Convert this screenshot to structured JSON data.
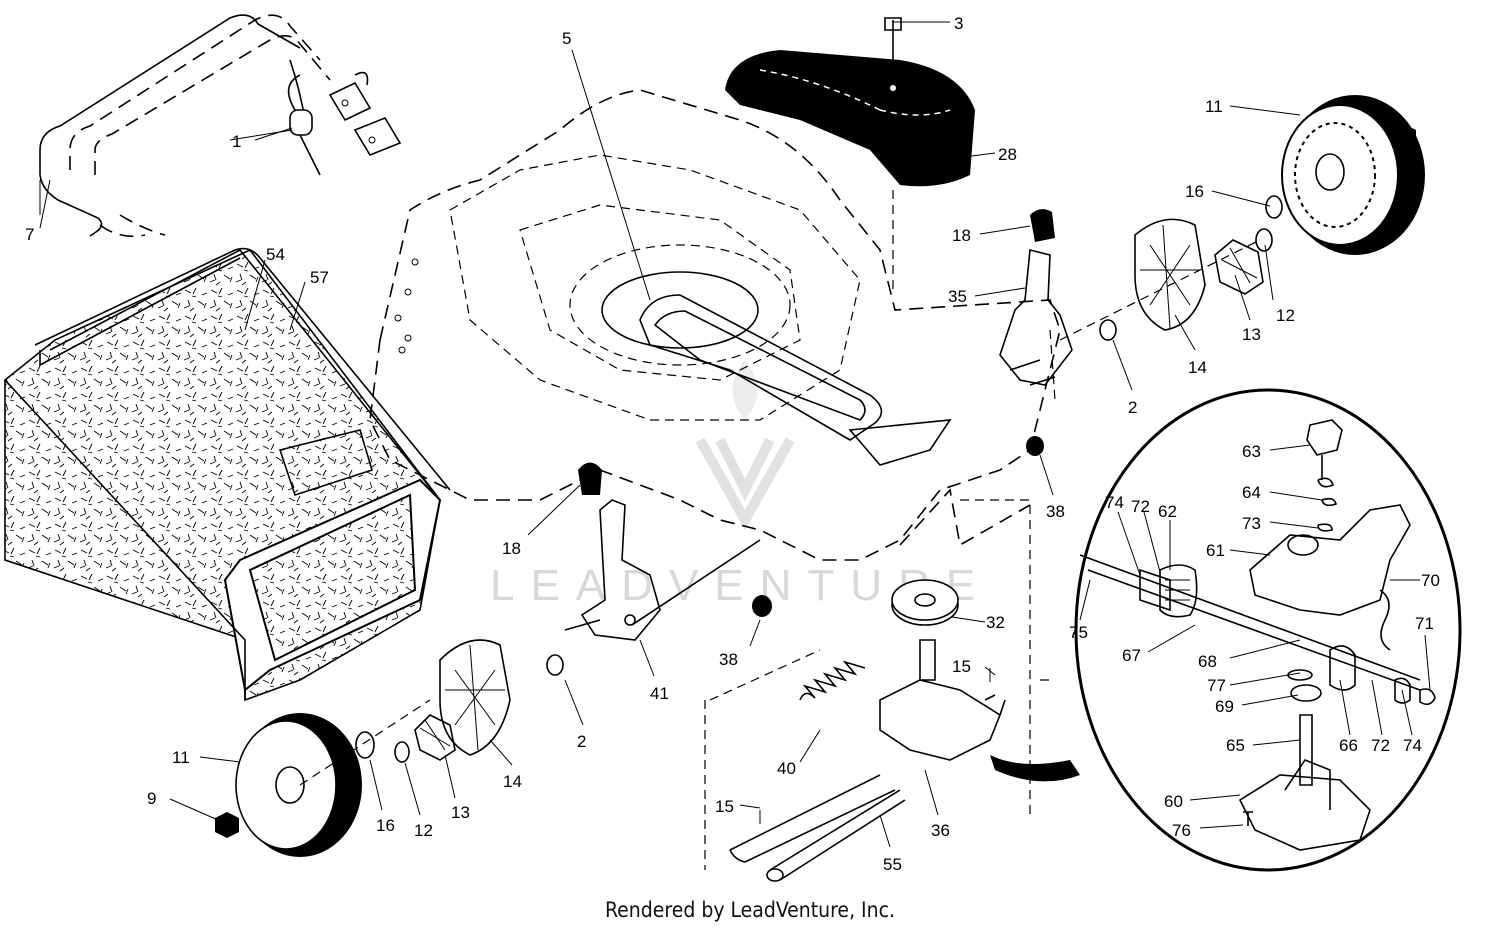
{
  "watermark": "LEADVENTURE",
  "caption": "Rendered by LeadVenture, Inc.",
  "callouts": [
    {
      "id": "c1",
      "text": "1"
    },
    {
      "id": "c7",
      "text": "7"
    },
    {
      "id": "c54",
      "text": "54"
    },
    {
      "id": "c57",
      "text": "57"
    },
    {
      "id": "c5",
      "text": "5"
    },
    {
      "id": "c3",
      "text": "3"
    },
    {
      "id": "c28",
      "text": "28"
    },
    {
      "id": "c11a",
      "text": "11"
    },
    {
      "id": "c9a",
      "text": "9"
    },
    {
      "id": "c16a",
      "text": "16"
    },
    {
      "id": "c12a",
      "text": "12"
    },
    {
      "id": "c13a",
      "text": "13"
    },
    {
      "id": "c14a",
      "text": "14"
    },
    {
      "id": "c2a",
      "text": "2"
    },
    {
      "id": "c18a",
      "text": "18"
    },
    {
      "id": "c35",
      "text": "35"
    },
    {
      "id": "c38a",
      "text": "38"
    },
    {
      "id": "c18b",
      "text": "18"
    },
    {
      "id": "c41",
      "text": "41"
    },
    {
      "id": "c38b",
      "text": "38"
    },
    {
      "id": "c2b",
      "text": "2"
    },
    {
      "id": "c14b",
      "text": "14"
    },
    {
      "id": "c13b",
      "text": "13"
    },
    {
      "id": "c12b",
      "text": "12"
    },
    {
      "id": "c16b",
      "text": "16"
    },
    {
      "id": "c11b",
      "text": "11"
    },
    {
      "id": "c9b",
      "text": "9"
    },
    {
      "id": "c32",
      "text": "32"
    },
    {
      "id": "c15a",
      "text": "15"
    },
    {
      "id": "c40",
      "text": "40"
    },
    {
      "id": "c15b",
      "text": "15"
    },
    {
      "id": "c36",
      "text": "36"
    },
    {
      "id": "c55",
      "text": "55"
    },
    {
      "id": "c63",
      "text": "63"
    },
    {
      "id": "c64",
      "text": "64"
    },
    {
      "id": "c73",
      "text": "73"
    },
    {
      "id": "c74a",
      "text": "74"
    },
    {
      "id": "c72a",
      "text": "72"
    },
    {
      "id": "c62",
      "text": "62"
    },
    {
      "id": "c61",
      "text": "61"
    },
    {
      "id": "c70",
      "text": "70"
    },
    {
      "id": "c75",
      "text": "75"
    },
    {
      "id": "c67",
      "text": "67"
    },
    {
      "id": "c68",
      "text": "68"
    },
    {
      "id": "c71",
      "text": "71"
    },
    {
      "id": "c77",
      "text": "77"
    },
    {
      "id": "c69",
      "text": "69"
    },
    {
      "id": "c66",
      "text": "66"
    },
    {
      "id": "c72b",
      "text": "72"
    },
    {
      "id": "c74b",
      "text": "74"
    },
    {
      "id": "c65",
      "text": "65"
    },
    {
      "id": "c60",
      "text": "60"
    },
    {
      "id": "c76",
      "text": "76"
    }
  ]
}
